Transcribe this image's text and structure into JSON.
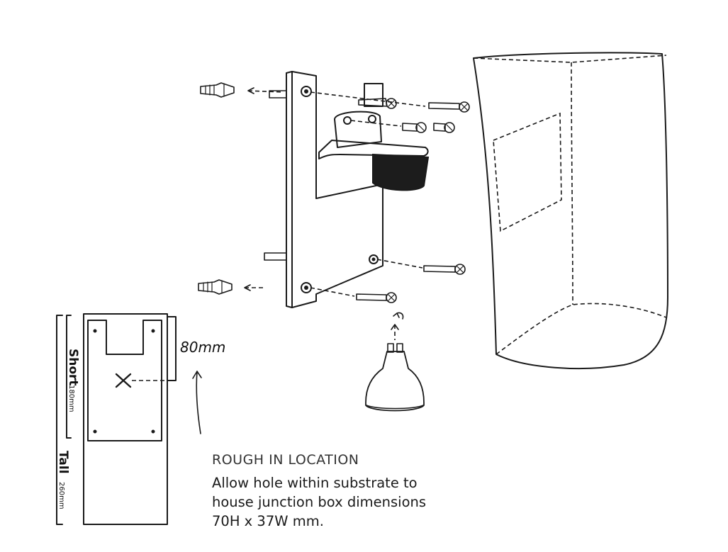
{
  "colors": {
    "housing_fill": "#d6d6d4",
    "cutout_fill": "#ffffff",
    "ink": "#1a1a1a",
    "lens_dark": "#1c1c1c"
  },
  "dimension_labels": {
    "height_80": "80mm",
    "short": "Short",
    "short_size": "180mm",
    "tall": "Tall",
    "tall_size": "260mm"
  },
  "caption": {
    "heading": "ROUGH IN LOCATION",
    "lines": [
      "Allow hole within substrate to",
      "house junction box dimensions",
      "70H x 37W mm."
    ]
  },
  "icons": [
    "wall-plug-icon",
    "screw-icon",
    "gu10-bulb-icon",
    "rotate-arrow-icon",
    "cross-mark-icon"
  ]
}
